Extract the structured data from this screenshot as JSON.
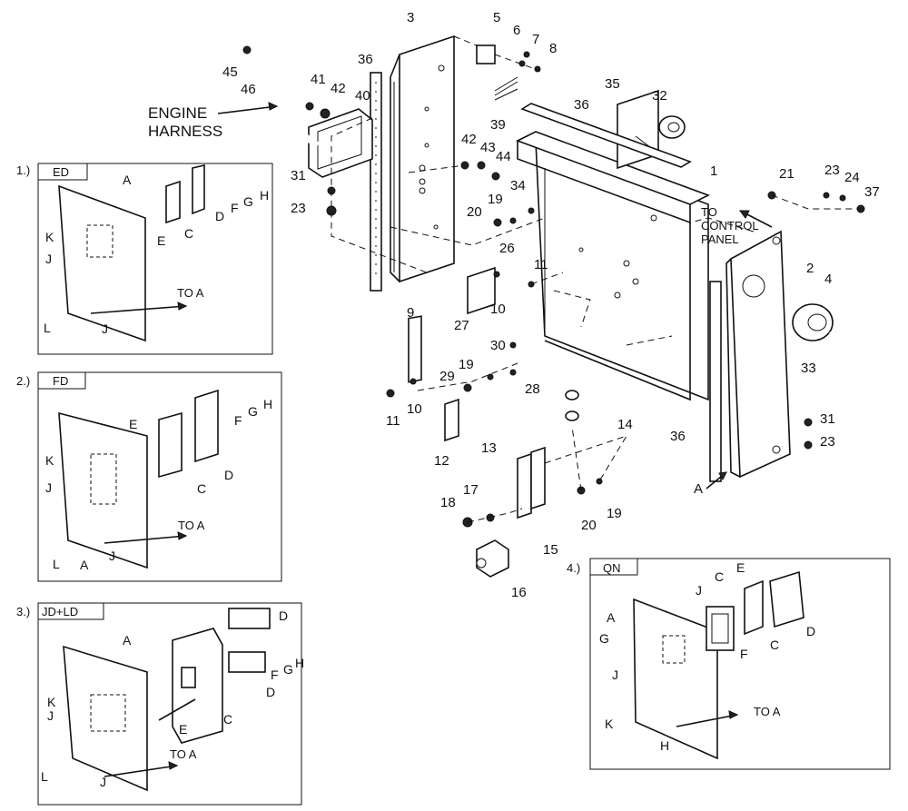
{
  "main": {
    "engine_harness": "ENGINE\nHARNESS",
    "engine": "ENGINE",
    "harness": "HARNESS",
    "to_control": "TO",
    "to_control_2": "CONTROL",
    "to_control_3": "PANEL",
    "ref_a": "A",
    "callouts": [
      "1",
      "2",
      "3",
      "4",
      "5",
      "6",
      "7",
      "8",
      "9",
      "10",
      "10",
      "11",
      "11",
      "12",
      "13",
      "14",
      "15",
      "16",
      "17",
      "18",
      "19",
      "19",
      "19",
      "20",
      "20",
      "21",
      "23",
      "23",
      "23",
      "24",
      "26",
      "27",
      "28",
      "29",
      "30",
      "31",
      "31",
      "32",
      "33",
      "34",
      "35",
      "36",
      "36",
      "36",
      "37",
      "39",
      "40",
      "41",
      "42",
      "42",
      "43",
      "44",
      "45",
      "46"
    ]
  },
  "insets": [
    {
      "index": "1.)",
      "tag": "ED",
      "to_a": "TO A",
      "letters": [
        "A",
        "C",
        "D",
        "E",
        "F",
        "G",
        "H",
        "J",
        "J",
        "K",
        "L"
      ]
    },
    {
      "index": "2.)",
      "tag": "FD",
      "to_a": "TO A",
      "letters": [
        "A",
        "C",
        "D",
        "E",
        "F",
        "G",
        "H",
        "J",
        "J",
        "K",
        "L"
      ]
    },
    {
      "index": "3.)",
      "tag": "JD+LD",
      "to_a": "TO A",
      "letters": [
        "A",
        "C",
        "D",
        "D",
        "E",
        "F",
        "G",
        "H",
        "J",
        "J",
        "K",
        "L"
      ]
    },
    {
      "index": "4.)",
      "tag": "QN",
      "to_a": "TO A",
      "letters": [
        "A",
        "C",
        "C",
        "D",
        "E",
        "F",
        "G",
        "H",
        "J",
        "J",
        "K"
      ]
    }
  ]
}
